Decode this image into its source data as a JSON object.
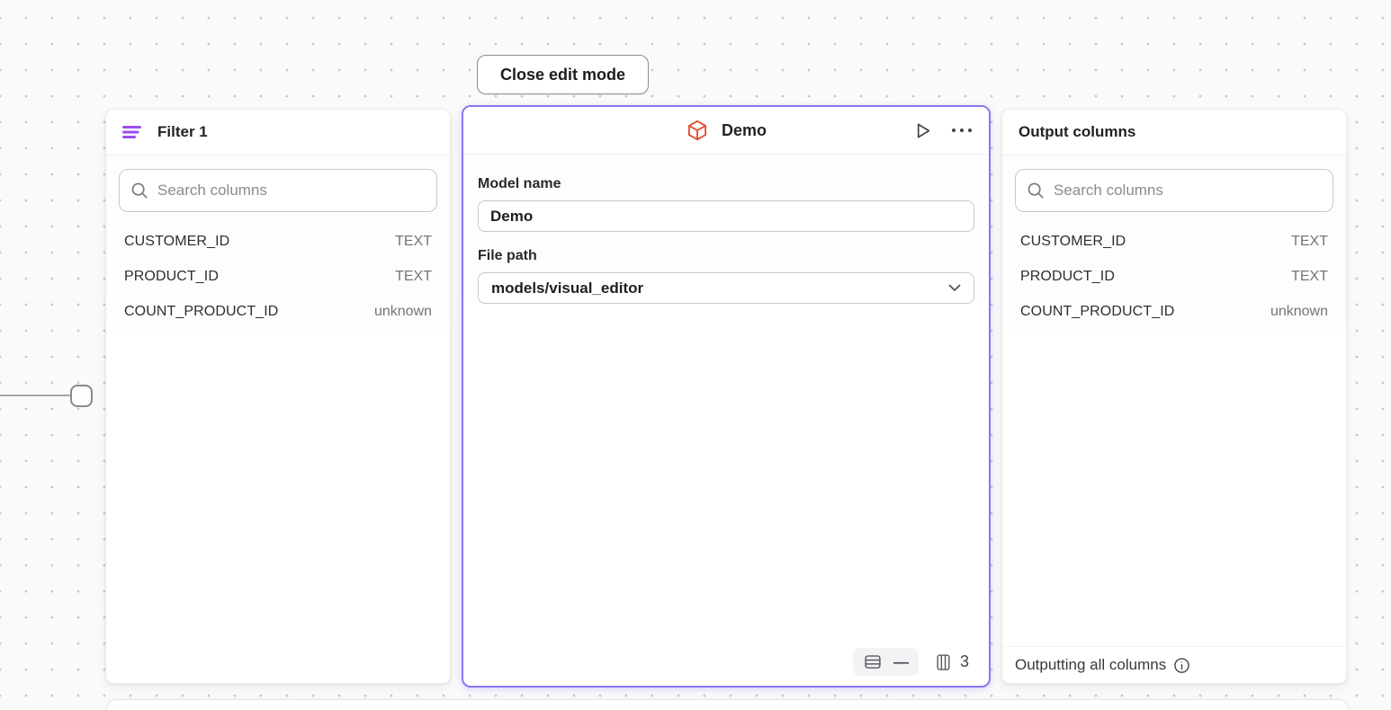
{
  "toolbar": {
    "close_edit_mode_label": "Close edit mode"
  },
  "filter_panel": {
    "title": "Filter 1",
    "search": {
      "placeholder": "Search columns"
    },
    "columns": [
      {
        "name": "CUSTOMER_ID",
        "type": "TEXT"
      },
      {
        "name": "PRODUCT_ID",
        "type": "TEXT"
      },
      {
        "name": "COUNT_PRODUCT_ID",
        "type": "unknown"
      }
    ]
  },
  "model_panel": {
    "title": "Demo",
    "model_name": {
      "label": "Model name",
      "value": "Demo"
    },
    "file_path": {
      "label": "File path",
      "value": "models/visual_editor"
    },
    "footer": {
      "row_count": "—",
      "column_count": "3"
    }
  },
  "output_panel": {
    "title": "Output columns",
    "search": {
      "placeholder": "Search columns"
    },
    "columns": [
      {
        "name": "CUSTOMER_ID",
        "type": "TEXT"
      },
      {
        "name": "PRODUCT_ID",
        "type": "TEXT"
      },
      {
        "name": "COUNT_PRODUCT_ID",
        "type": "unknown"
      }
    ],
    "footer_text": "Outputting all columns"
  },
  "colors": {
    "selected_panel_accent": "#8878f3",
    "filter_icon": "#9b4def",
    "model_icon": "#e04f2e"
  }
}
